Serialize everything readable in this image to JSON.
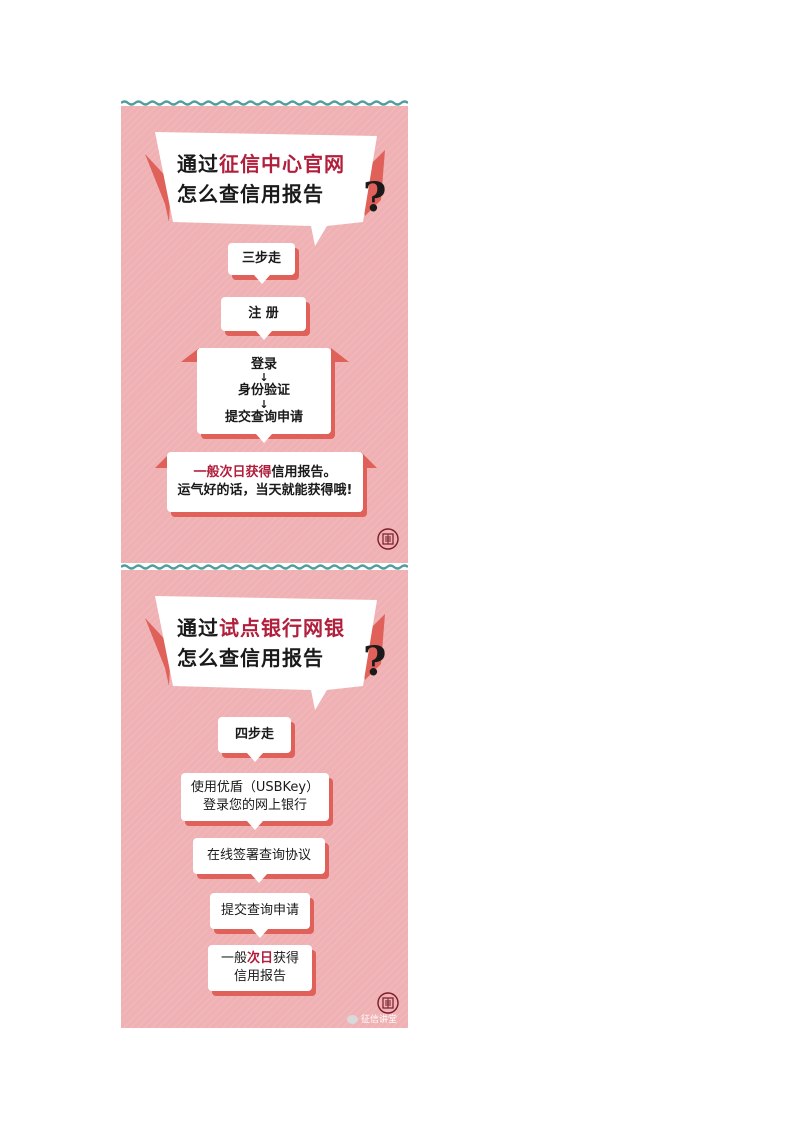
{
  "colors": {
    "panel": "#efb1b3",
    "accent": "#e0605a",
    "highlight": "#b01f3c",
    "wave": "#4f9d9d"
  },
  "panel1": {
    "title_prefix": "通过",
    "title_highlight": "征信中心官网",
    "title_line2": "怎么查信用报告",
    "question_mark": "?",
    "steps_label": "三步走",
    "step_register": "注 册",
    "step_login": "登录",
    "arrow": "↓",
    "step_verify": "身份验证",
    "step_submit": "提交查询申请",
    "result_highlight": "一般次日获得",
    "result_rest": "信用报告。",
    "result_line2": "运气好的话，当天就能获得哦!"
  },
  "panel2": {
    "title_prefix": "通过",
    "title_highlight": "试点银行网银",
    "title_line2": "怎么查信用报告",
    "question_mark": "?",
    "steps_label": "四步走",
    "step1_line1": "使用优盾（USBKey）",
    "step1_line2": "登录您的网上银行",
    "step2": "在线签署查询协议",
    "step3": "提交查询申请",
    "step4_prefix": "一般",
    "step4_highlight": "次日",
    "step4_suffix": "获得",
    "step4_line2": "信用报告",
    "watermark": "征信讲堂"
  },
  "icons": {
    "seal": "seal-icon",
    "wechat": "wechat-icon",
    "question": "question-mark-icon"
  }
}
